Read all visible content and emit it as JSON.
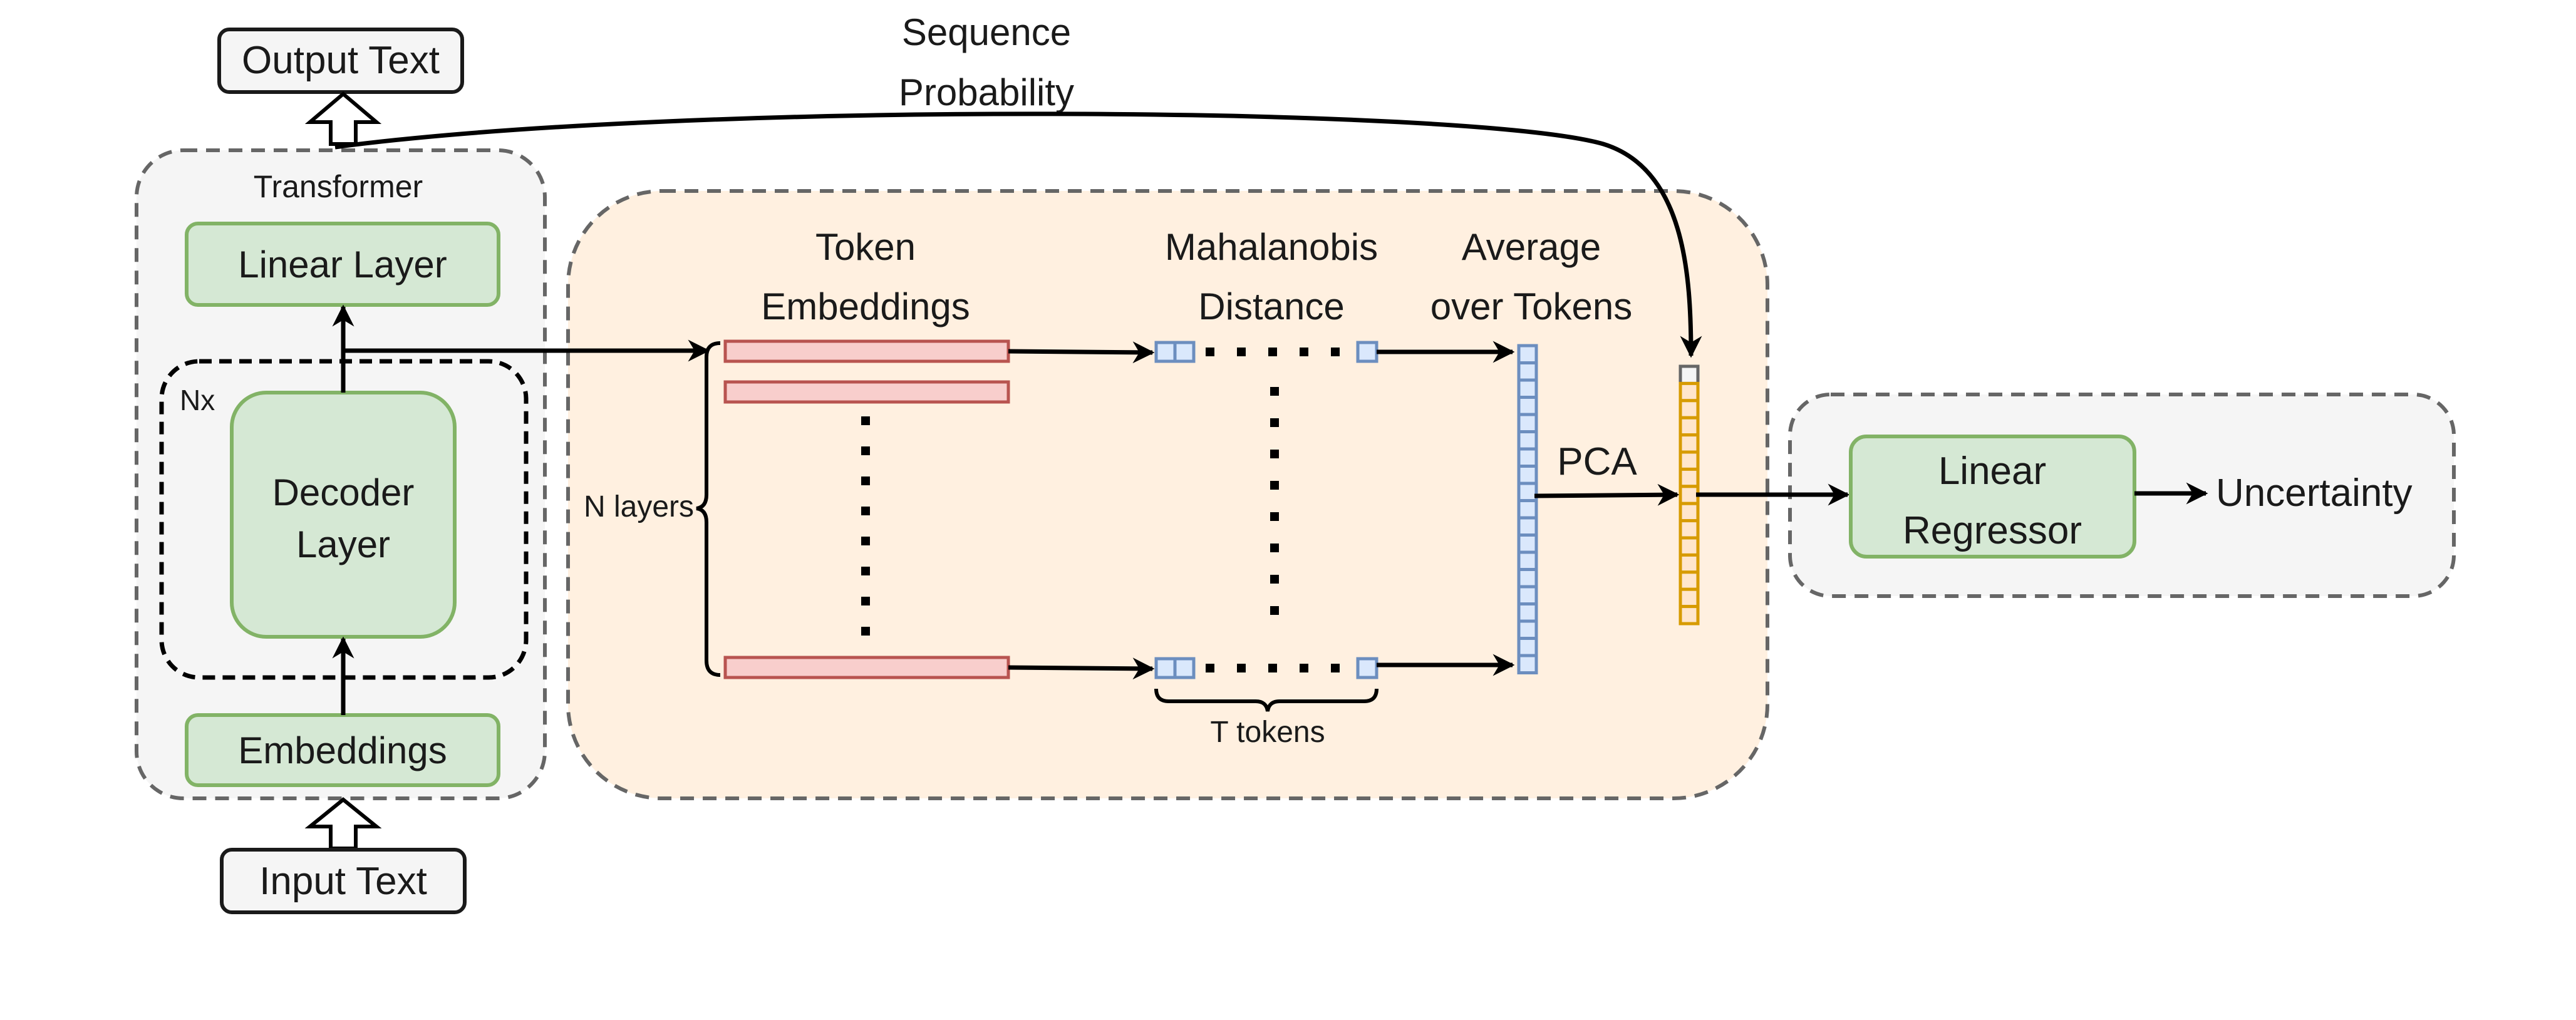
{
  "title": {
    "line1": "Sequence",
    "line2": "Probability"
  },
  "output_text": "Output Text",
  "input_text": "Input Text",
  "transformer": {
    "label": "Transformer",
    "linear_layer": "Linear Layer",
    "nx": "Nx",
    "decoder_line1": "Decoder",
    "decoder_line2": "Layer",
    "embeddings": "Embeddings"
  },
  "pipeline": {
    "token_embeddings_line1": "Token",
    "token_embeddings_line2": "Embeddings",
    "n_layers": "N layers",
    "mahalanobis_line1": "Mahalanobis",
    "mahalanobis_line2": "Distance",
    "average_line1": "Average",
    "average_line2": "over Tokens",
    "t_tokens": "T tokens",
    "pca": "PCA"
  },
  "regressor": {
    "line1": "Linear",
    "line2": "Regressor",
    "output": "Uncertainty"
  },
  "colors": {
    "green_fill": "#d5e8d4",
    "green_stroke": "#82b366",
    "red_fill": "#f8cecc",
    "red_stroke": "#b85450",
    "blue_fill": "#dae8fc",
    "blue_stroke": "#6c8ebf",
    "orange_fill": "#ffe6cc",
    "orange_stroke": "#d79b00",
    "gray_fill": "#f5f5f5",
    "gray_stroke": "#666666",
    "peach_bg": "#fff0e0"
  }
}
